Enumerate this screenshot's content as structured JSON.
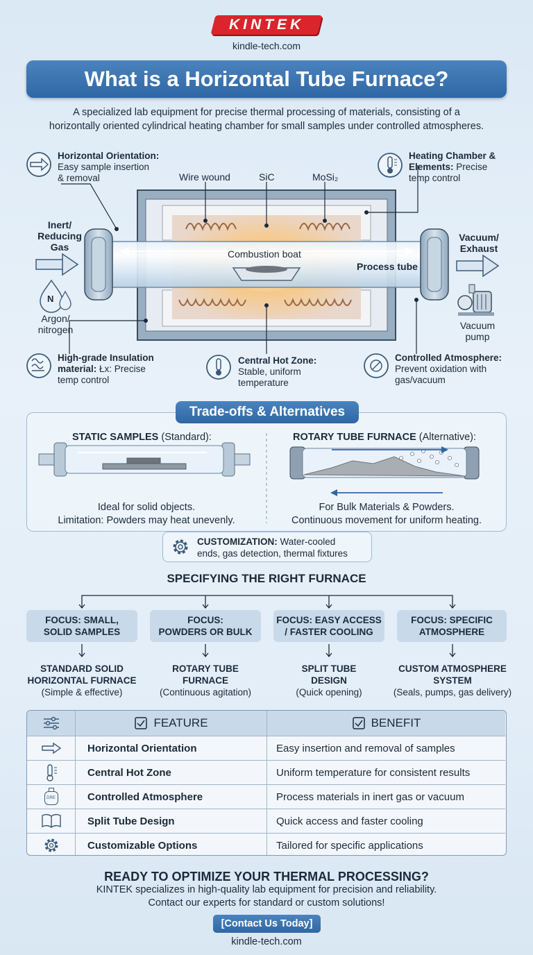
{
  "header": {
    "logo_text": "KINTEK",
    "site": "kindle-tech.com",
    "title": "What is a Horizontal Tube Furnace?",
    "subtitle_line1": "A specialized lab equipment for precise thermal processing of materials, consisting of a",
    "subtitle_line2": "horizontally oriented cylindrical heating chamber for small samples under controlled atmospheres."
  },
  "diagram": {
    "callout_horizontal": {
      "title": "Horizontal Orientation:",
      "line1": "Easy sample insertion",
      "line2": "& removal"
    },
    "callout_heating": {
      "title1": "Heating Chamber &",
      "title2": "Elements:",
      "line1": "Precise",
      "line2": "temp control"
    },
    "element_wire": "Wire wound",
    "element_sic": "SiC",
    "element_mosi": "MoSi₂",
    "inlet": {
      "line1": "Inert/",
      "line2": "Reducing",
      "line3": "Gas"
    },
    "gas_symbol": "N",
    "gas_names": {
      "line1": "Argon/",
      "line2": "nitrogen"
    },
    "outlet": {
      "line1": "Vacuum/",
      "line2": "Exhaust"
    },
    "pump": {
      "line1": "Vacuum",
      "line2": "pump"
    },
    "boat": "Combustion boat",
    "tube": "Process tube",
    "callout_insulation": {
      "title1": "High-grade Insulation",
      "title2": "material:",
      "line1": "Łx: Precise",
      "line2": "temp control"
    },
    "callout_hotzone": {
      "title": "Central Hot Zone:",
      "line1": "Stable, uniform",
      "line2": "temperature"
    },
    "callout_atmosphere": {
      "title": "Controlled Atmosphere:",
      "line1": "Prevent oxidation with",
      "line2": "gas/vacuum"
    }
  },
  "tradeoffs": {
    "title": "Trade-offs & Alternatives",
    "static": {
      "heading": "STATIC SAMPLES",
      "suffix": "(Standard):",
      "line1": "Ideal for solid objects.",
      "line2": "Limitation: Powders may heat unevenly."
    },
    "rotary": {
      "heading": "ROTARY TUBE FURNACE",
      "suffix": "(Alternative):",
      "line1": "For Bulk Materials & Powders.",
      "line2": "Continuous movement for uniform heating."
    },
    "custom": {
      "heading": "CUSTOMIZATION:",
      "line1": "Water-cooled",
      "line2": "ends, gas detection, thermal fixtures"
    }
  },
  "specifying": {
    "title": "SPECIFYING THE RIGHT FURNACE",
    "items": [
      {
        "focus1": "FOCUS: SMALL,",
        "focus2": "SOLID SAMPLES",
        "result1": "STANDARD SOLID",
        "result2": "HORIZONTAL FURNACE",
        "note": "(Simple & effective)"
      },
      {
        "focus1": "FOCUS:",
        "focus2": "POWDERS OR BULK",
        "result1": "ROTARY TUBE",
        "result2": "FURNACE",
        "note": "(Continuous agitation)"
      },
      {
        "focus1": "FOCUS: EASY ACCESS",
        "focus2": "/ FASTER COOLING",
        "result1": "SPLIT TUBE",
        "result2": "DESIGN",
        "note": "(Quick opening)"
      },
      {
        "focus1": "FOCUS: SPECIFIC",
        "focus2": "ATMOSPHERE",
        "result1": "CUSTOM ATMOSPHERE",
        "result2": "SYSTEM",
        "note": "(Seals, pumps, gas delivery)"
      }
    ]
  },
  "table": {
    "header_feature": "FEATURE",
    "header_benefit": "BENEFIT",
    "gas_icon_text": "DRE",
    "rows": [
      {
        "icon": "arrow-right-icon",
        "feature": "Horizontal Orientation",
        "benefit": "Easy insertion and removal of samples"
      },
      {
        "icon": "thermometer-icon",
        "feature": "Central Hot Zone",
        "benefit": "Uniform temperature for consistent results"
      },
      {
        "icon": "gas-bottle-icon",
        "feature": "Controlled Atmosphere",
        "benefit": "Process materials in inert gas or vacuum"
      },
      {
        "icon": "open-book-icon",
        "feature": "Split Tube Design",
        "benefit": "Quick access and faster cooling"
      },
      {
        "icon": "gear-icon",
        "feature": "Customizable Options",
        "benefit": "Tailored for specific applications"
      }
    ]
  },
  "cta": {
    "title": "READY TO OPTIMIZE YOUR THERMAL PROCESSING?",
    "line1": "KINTEK specializes in high-quality lab equipment for precision and reliability.",
    "line2": "Contact our experts for standard or custom solutions!",
    "button": "[Contact Us Today]",
    "site": "kindle-tech.com"
  },
  "colors": {
    "brand_red": "#d9252b",
    "accent_blue": "#2f67a5",
    "panel_blue": "#c8daea",
    "hot_orange": "#f4a35a"
  }
}
